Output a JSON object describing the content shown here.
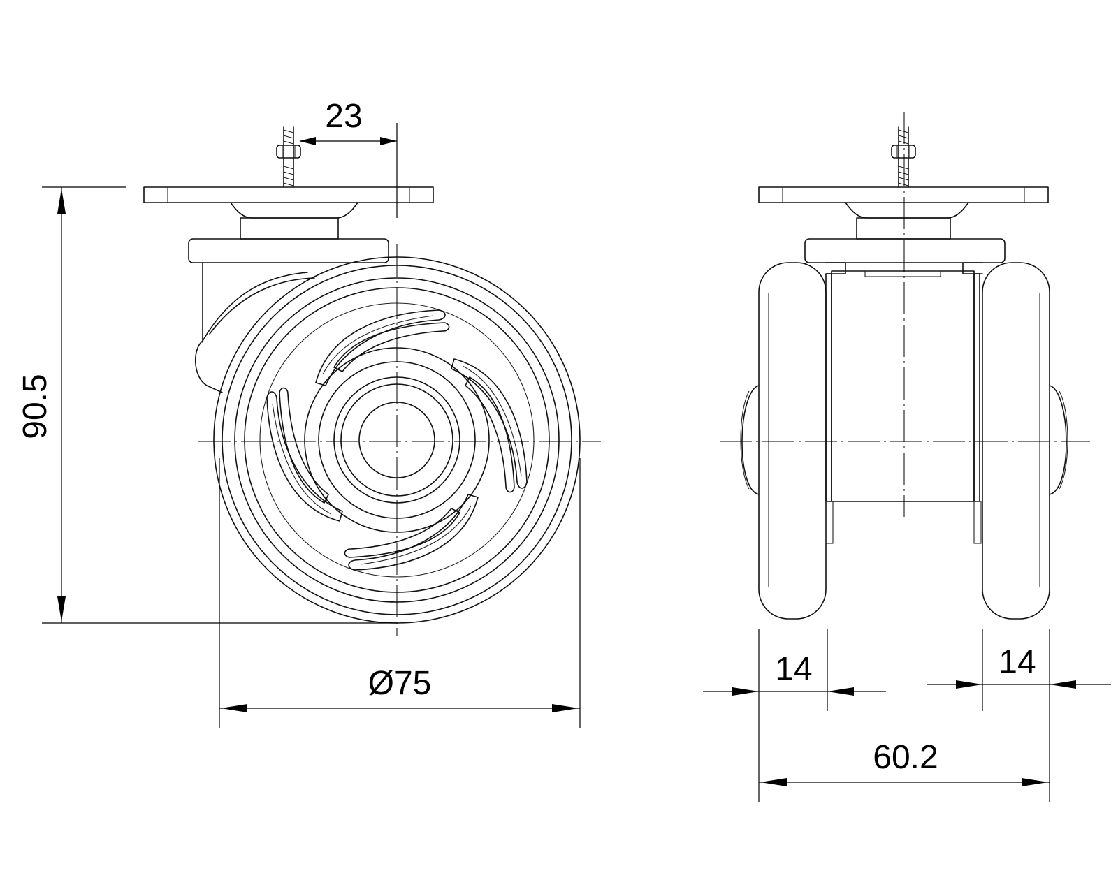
{
  "dimensions": {
    "offset": "23",
    "height": "90.5",
    "diameter": "Ø75",
    "wheel_width_left": "14",
    "wheel_width_right": "14",
    "overall_width": "60.2"
  }
}
